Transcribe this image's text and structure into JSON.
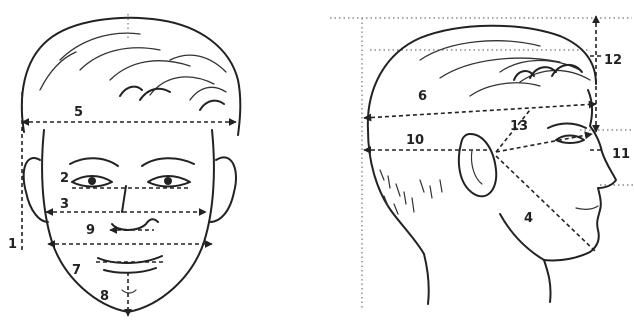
{
  "front_view": {
    "labels": [
      "1",
      "2",
      "3",
      "5",
      "7",
      "8",
      "9"
    ]
  },
  "side_view": {
    "labels": [
      "4",
      "6",
      "10",
      "11",
      "12",
      "13"
    ]
  },
  "colors": {
    "ink": "#222222",
    "guide": "#888888",
    "background": "#ffffff"
  }
}
